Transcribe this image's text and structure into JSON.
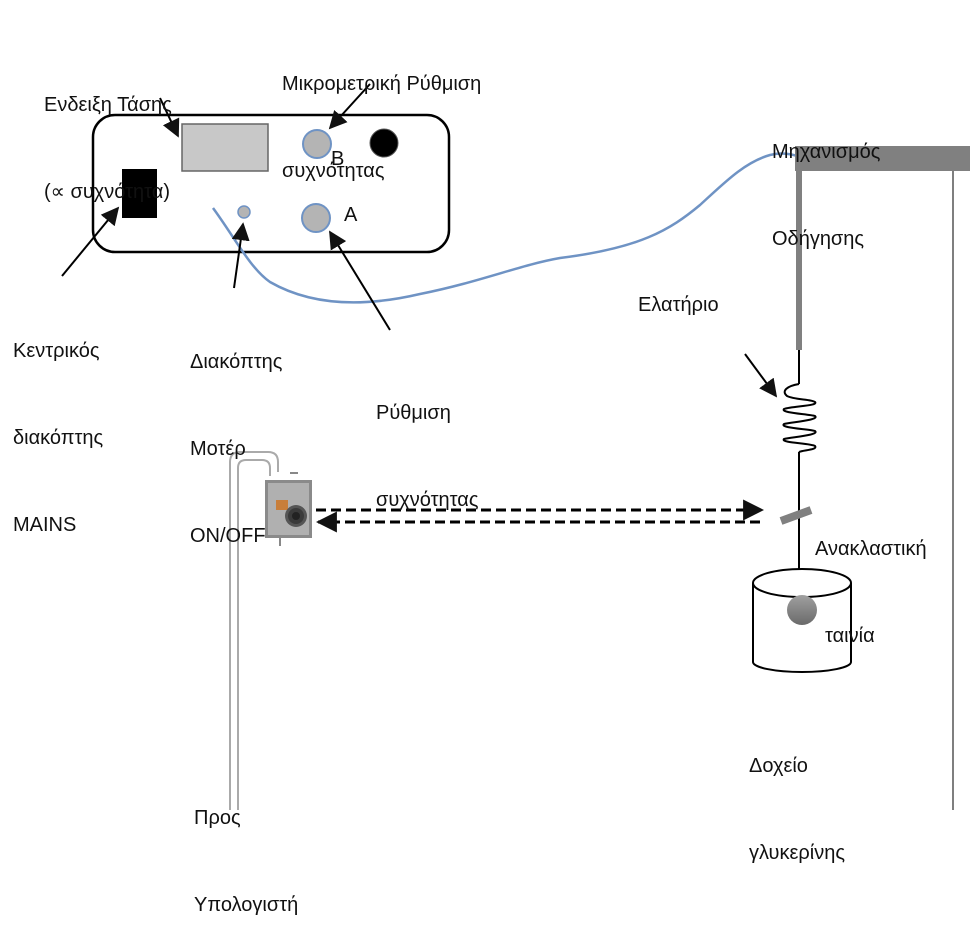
{
  "labels": {
    "voltage_display": [
      "Ενδειξη Τάσης",
      "(∝ συχνότητα)"
    ],
    "fine_tuning": [
      "Μικρομετρική Ρύθμιση",
      "συχνότητας"
    ],
    "drive_mechanism": [
      "Μηχανισμός",
      "Οδήγησης"
    ],
    "main_switch": [
      "Κεντρικός",
      "διακόπτης",
      "MAINS"
    ],
    "motor_switch": [
      "Διακόπτης",
      "Μοτέρ",
      "ON/OFF"
    ],
    "frequency_tuning": [
      "Ρύθμιση",
      "συχνότητας"
    ],
    "spring": "Ελατήριο",
    "reflective_tape": [
      "Ανακλαστική",
      "ταινία"
    ],
    "glycerin_tank": [
      "Δοχείο",
      "γλυκερίνης"
    ],
    "to_computer": [
      "Προς",
      "Υπολογιστή"
    ],
    "knob_b": "B",
    "knob_a": "A"
  },
  "colors": {
    "cable": "#6f93c4",
    "frame": "#808080",
    "knob": "#b4b4b4",
    "display": "#c8c8c8",
    "ball": "#8a8a8a"
  },
  "icons": [
    "power-switch-icon",
    "knob-icon",
    "sensor-icon",
    "spring-icon",
    "arrow-icon"
  ]
}
